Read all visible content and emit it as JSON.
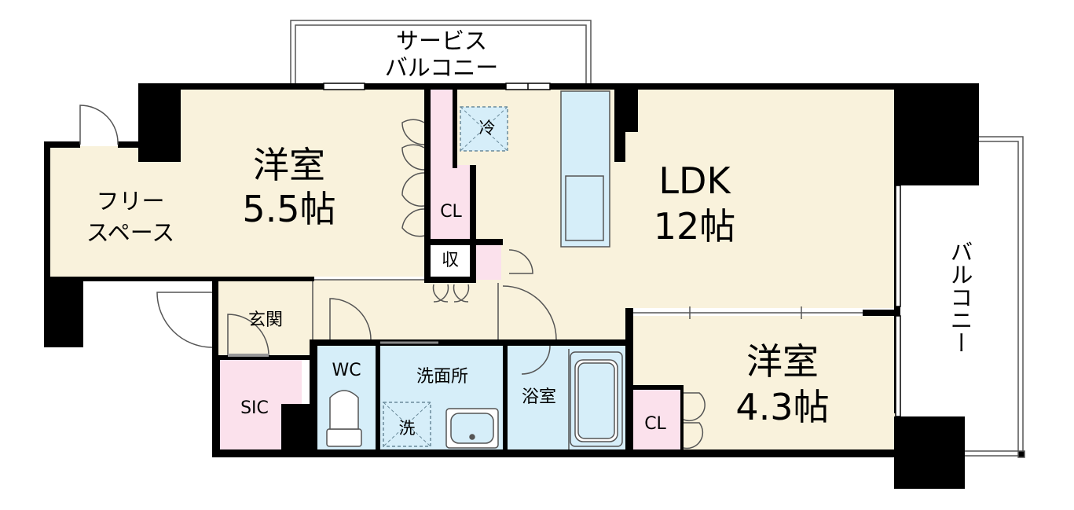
{
  "colors": {
    "living": "#f9f2dc",
    "wet": "#d6eef9",
    "storage": "#fbe1ec",
    "wall": "#000000",
    "fixture_stroke": "#555555",
    "appliance_dash": "#6a8a9a"
  },
  "icons": [
    "door-swing-icon",
    "closet-door-icon",
    "toilet-icon",
    "bathtub-icon",
    "washbasin-icon",
    "kitchen-counter-icon",
    "window-icon"
  ],
  "rooms": {
    "service_balcony": {
      "line1": "サービス",
      "line2": "バルコニー"
    },
    "balcony": {
      "label": "バルコニー"
    },
    "free_space": {
      "line1": "フリー",
      "line2": "スペース"
    },
    "western_room_1": {
      "line1": "洋室",
      "line2": "5.5帖"
    },
    "ldk": {
      "line1": "LDK",
      "line2": "12帖"
    },
    "western_room_2": {
      "line1": "洋室",
      "line2": "4.3帖"
    },
    "closet_1": {
      "label": "CL"
    },
    "closet_2": {
      "label": "CL"
    },
    "storage": {
      "label": "収"
    },
    "fridge": {
      "label": "冷"
    },
    "entrance": {
      "label": "玄関"
    },
    "sic": {
      "label": "SIC"
    },
    "wc": {
      "label": "WC"
    },
    "washroom": {
      "label": "洗面所"
    },
    "washer": {
      "label": "洗"
    },
    "bathroom": {
      "label": "浴室"
    }
  }
}
